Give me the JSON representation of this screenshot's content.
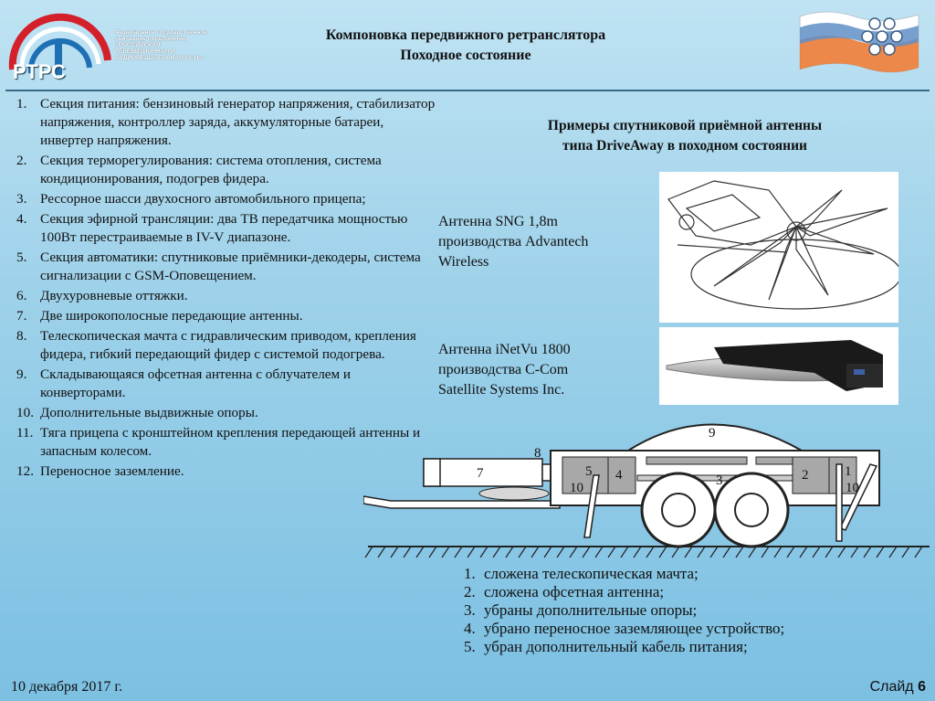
{
  "logo": {
    "abbr": "РТРС",
    "text_lines": [
      "Федеральное государственное",
      "унитарное предприятие",
      "«РОССИЙСКАЯ",
      "ТЕЛЕВИЗИОННАЯ И",
      "РАДИОВЕЩАТЕЛЬНАЯ СЕТЬ»"
    ]
  },
  "header": {
    "title": "Компоновка передвижного ретранслятора",
    "subtitle": "Походное состояние"
  },
  "components": [
    {
      "num": "1.",
      "text": "Секция питания: бензиновый генератор напряжения, стабилизатор напряжения, контроллер заряда, аккумуляторные батареи, инвертер напряжения."
    },
    {
      "num": "2.",
      "text": "Секция терморегулирования: система отопления, система кондиционирования, подогрев фидера."
    },
    {
      "num": "3.",
      "text": "Рессорное шасси двухосного автомобильного прицепа;"
    },
    {
      "num": "4.",
      "text": "Секция эфирной трансляции: два ТВ передатчика мощностью 100Вт перестраиваемые в IV-V диапазоне."
    },
    {
      "num": "5.",
      "text": "Секция автоматики: спутниковые приёмники-декодеры,  система сигнализации с GSM-Оповещением."
    },
    {
      "num": "6.",
      "text": "Двухуровневые оттяжки."
    },
    {
      "num": "7.",
      "text": "Две широкополосные передающие антенны."
    },
    {
      "num": "8.",
      "text": "Телескопическая мачта с гидравлическим приводом, крепления фидера, гибкий передающий фидер с системой подогрева."
    },
    {
      "num": "9.",
      "text": "Складывающаяся офсетная антенна с облучателем и конверторами."
    },
    {
      "num": "10.",
      "text": "Дополнительные выдвижные опоры."
    },
    {
      "num": "11.",
      "text": "Тяга прицепа с кронштейном крепления передающей антенны и запасным колесом."
    },
    {
      "num": "12.",
      "text": "Переносное заземление."
    }
  ],
  "examples": {
    "heading_line1": "Примеры спутниковой приёмной антенны",
    "heading_line2": "типа DriveAway в походном состоянии",
    "antenna1": {
      "line1": "Антенна SNG 1,8m",
      "line2": "производства Advantech",
      "line3": "Wireless"
    },
    "antenna2": {
      "line1": "Антенна iNetVu 1800",
      "line2": "производства C-Com",
      "line3": "Satellite Systems Inc."
    }
  },
  "trailer_labels": {
    "l1": "1",
    "l2": "2",
    "l3": "3",
    "l4": "4",
    "l5": "5",
    "l7": "7",
    "l8": "8",
    "l9": "9",
    "l10a": "10",
    "l10b": "10"
  },
  "states": [
    {
      "num": "1.",
      "text": "сложена телескопическая мачта;"
    },
    {
      "num": "2.",
      "text": "сложена офсетная антенна;"
    },
    {
      "num": "3.",
      "text": "убраны дополнительные опоры;"
    },
    {
      "num": "4.",
      "text": "убрано переносное заземляющее устройство;"
    },
    {
      "num": "5.",
      "text": "убран дополнительный кабель питания;"
    }
  ],
  "footer": {
    "date": "10 декабря 2017 г.",
    "slide_label": "Слайд",
    "slide_num": "6"
  },
  "colors": {
    "divider": "#3a6a8a",
    "logo_red": "#d4202a",
    "logo_blue": "#1f6fb5"
  }
}
